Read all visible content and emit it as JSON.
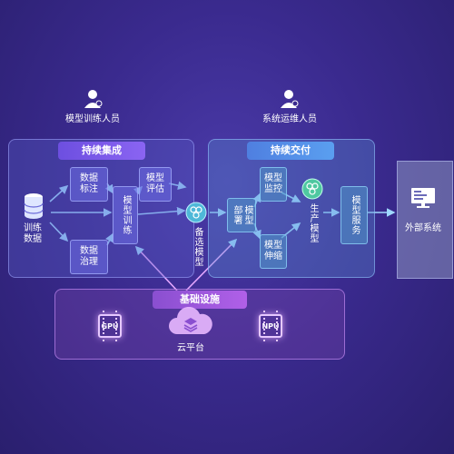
{
  "roles": {
    "trainer": "模型训练人员",
    "ops": "系统运维人员"
  },
  "continuous_integration": {
    "title": "持续集成",
    "training_data": "训练\n数据",
    "data_labeling": "数据\n标注",
    "data_governance": "数据\n治理",
    "model_training": "模型训练",
    "model_evaluation": "模型\n评估"
  },
  "candidate_model": "备选模型",
  "continuous_delivery": {
    "title": "持续交付",
    "model_deployment": "模型\n部署",
    "model_monitoring": "模型\n监控",
    "model_scaling": "模型\n伸缩",
    "production_model": "生产模型",
    "model_service": "模型服务"
  },
  "external_system": "外部系统",
  "infrastructure": {
    "title": "基础设施",
    "gpu": "GPU",
    "npu": "NPU",
    "cloud_platform": "云平台"
  }
}
